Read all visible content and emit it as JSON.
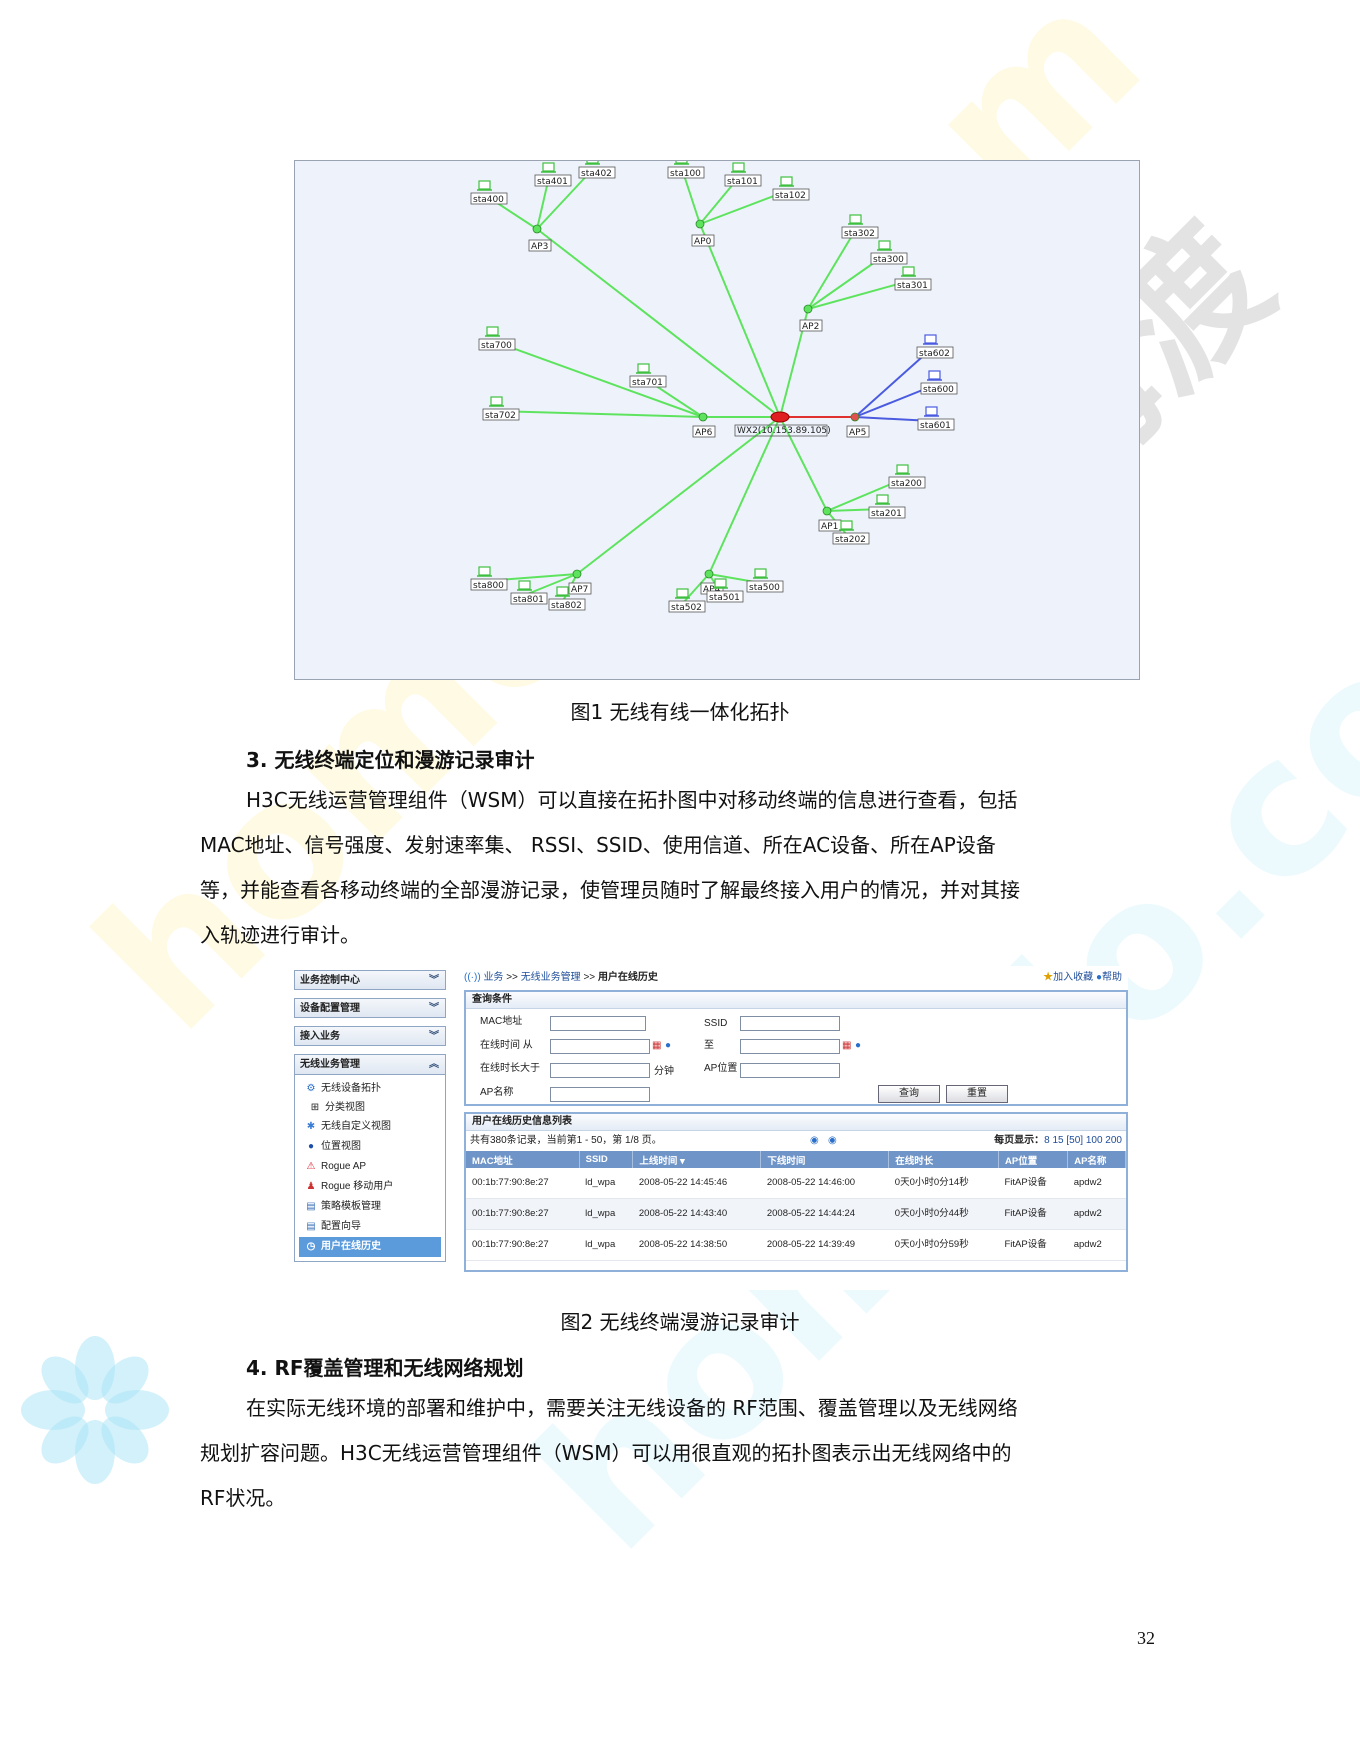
{
  "figure1": {
    "caption": "图1  无线有线一体化拓扑",
    "colors": {
      "wired": "#5ee35e",
      "wireless": "#4a5be0",
      "link_red": "#e03030",
      "background": "#eef3fb"
    },
    "center": "WX2(10.153.89.105)",
    "aps": [
      "AP3",
      "AP0",
      "AP2",
      "AP6",
      "AP5",
      "AP1",
      "AP7",
      "AP4"
    ],
    "stations": [
      "sta400",
      "sta401",
      "sta402",
      "sta100",
      "sta101",
      "sta102",
      "sta302",
      "sta300",
      "sta301",
      "sta700",
      "sta701",
      "sta702",
      "sta602",
      "sta600",
      "sta601",
      "sta200",
      "sta201",
      "sta202",
      "sta800",
      "sta801",
      "sta802",
      "sta502",
      "sta501",
      "sta500"
    ]
  },
  "section3": {
    "heading": "3.  无线终端定位和漫游记录审计",
    "lines": [
      "H3C无线运营管理组件（WSM）可以直接在拓扑图中对移动终端的信息进行查看，包括",
      "MAC地址、信号强度、发射速率集、 RSSI、SSID、使用信道、所在AC设备、所在AP设备",
      "等，并能查看各移动终端的全部漫游记录，使管理员随时了解最终接入用户的情况，并对其接",
      "入轨迹进行审计。"
    ]
  },
  "figure2": {
    "caption": "图2  无线终端漫游记录审计",
    "sidebar": {
      "heads": [
        "业务控制中心",
        "设备配置管理",
        "接入业务"
      ],
      "panel_title": "无线业务管理",
      "items": [
        {
          "icon": "⚙",
          "label": "无线设备拓扑"
        },
        {
          "icon": "⊞",
          "label": "分类视图"
        },
        {
          "icon": "✱",
          "label": "无线自定义视图"
        },
        {
          "icon": "●",
          "label": "位置视图"
        },
        {
          "icon": "⚠",
          "label": "Rogue AP"
        },
        {
          "icon": "♟",
          "label": "Rogue 移动用户"
        },
        {
          "icon": "▤",
          "label": "策略模板管理"
        },
        {
          "icon": "▤",
          "label": "配置向导"
        },
        {
          "icon": "◷",
          "label": "用户在线历史"
        }
      ]
    },
    "breadcrumb": {
      "prefix": "业务",
      "sep1": " >> ",
      "mid": "无线业务管理",
      "sep2": " >> ",
      "current": "用户在线历史",
      "favorite": "加入收藏",
      "help": "帮助"
    },
    "query": {
      "title": "查询条件",
      "mac_label": "MAC地址",
      "ssid_label": "SSID",
      "time_label": "在线时间  从",
      "to_label": "至",
      "duration_label": "在线时长大于",
      "minute_unit": "分钟",
      "ap_pos_label": "AP位置",
      "ap_name_label": "AP名称",
      "query_button": "查询",
      "reset_button": "重置"
    },
    "list": {
      "title": "用户在线历史信息列表",
      "summary": "共有380条记录，当前第1 - 50，第  1/8 页。",
      "per_page_label": "每页显示：",
      "per_page_options": "8 15 [50] 100 200",
      "columns": [
        "MAC地址",
        "SSID",
        "上线时间 ▾",
        "下线时间",
        "在线时长",
        "AP位置",
        "AP名称"
      ],
      "rows": [
        [
          "00:1b:77:90:8e:27",
          "ld_wpa",
          "2008-05-22 14:45:46",
          "2008-05-22 14:46:00",
          "0天0小时0分14秒",
          "FitAP设备",
          "apdw2"
        ],
        [
          "00:1b:77:90:8e:27",
          "ld_wpa",
          "2008-05-22 14:43:40",
          "2008-05-22 14:44:24",
          "0天0小时0分44秒",
          "FitAP设备",
          "apdw2"
        ],
        [
          "00:1b:77:90:8e:27",
          "ld_wpa",
          "2008-05-22 14:38:50",
          "2008-05-22 14:39:49",
          "0天0小时0分59秒",
          "FitAP设备",
          "apdw2"
        ]
      ]
    }
  },
  "section4": {
    "heading": "4. RF覆盖管理和无线网络规划",
    "lines": [
      "在实际无线环境的部署和维护中，需要关注无线设备的 RF范围、覆盖管理以及无线网络",
      "规划扩容问题。H3C无线运营管理组件（WSM）可以用很直观的拓扑图表示出无线网络中的",
      "RF状况。"
    ]
  },
  "watermark": {
    "text1": "homedo.com",
    "text2": "河姆渡"
  },
  "page_number": "32"
}
